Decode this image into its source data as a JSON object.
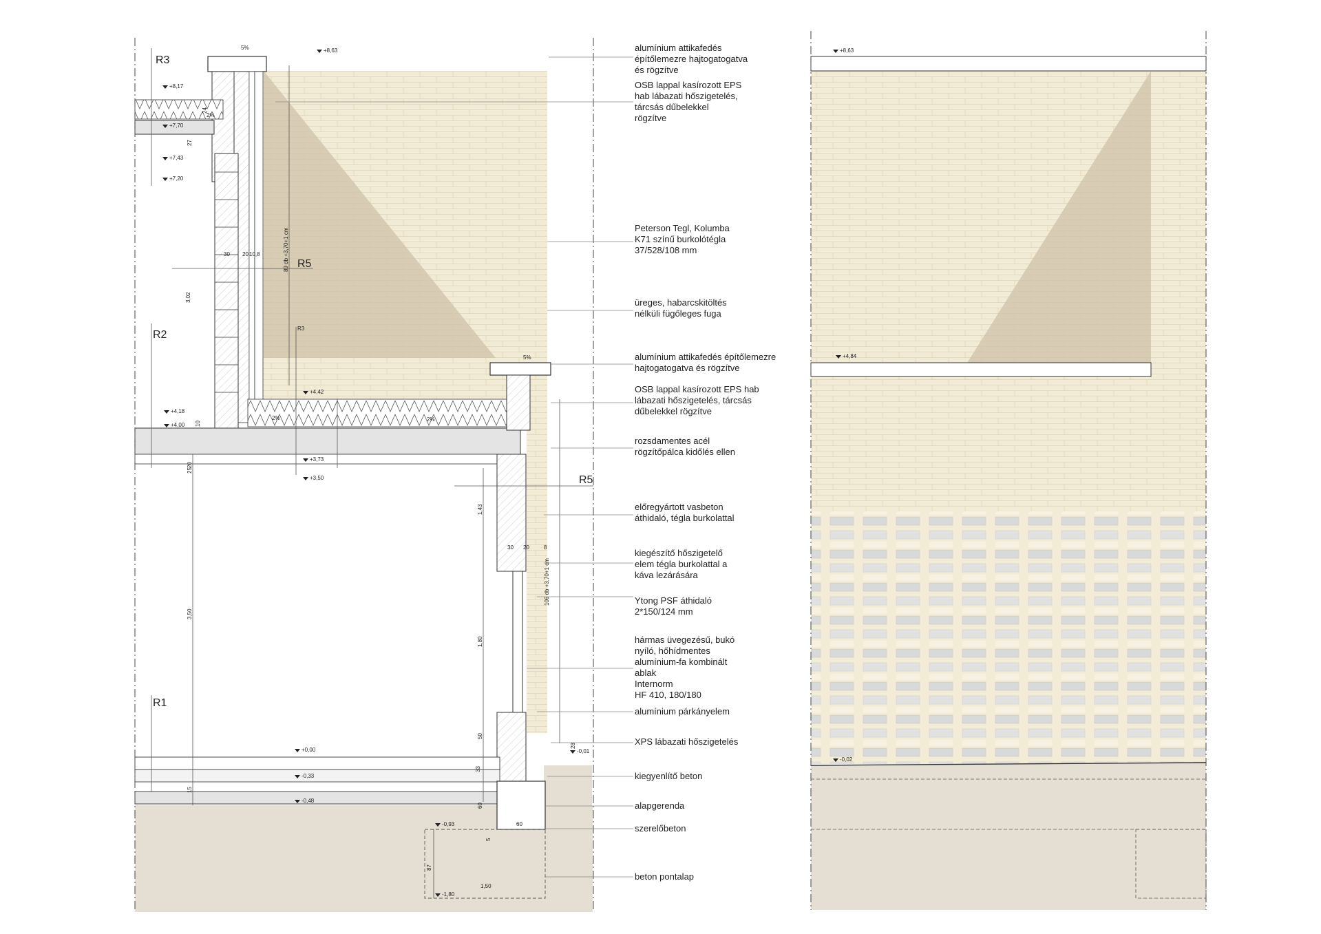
{
  "section_labels": [
    "R3",
    "R2",
    "R1"
  ],
  "section_cut_labels": [
    "R5",
    "R5"
  ],
  "levels_section": [
    "+8,63",
    "+8,17",
    "+7,70",
    "+7,43",
    "+7,20",
    "+4,42",
    "+4,18",
    "+4,00",
    "+3,73",
    "+3,50",
    "+0,00",
    "-0,01",
    "-0,33",
    "-0,48",
    "-0,93",
    "-1,80"
  ],
  "levels_elevation": [
    "+8,63",
    "+4,84",
    "-0,02"
  ],
  "dimensions": [
    "30",
    "20",
    "10,8",
    "30",
    "20",
    "8",
    "3,02",
    "89 db +3,70+1 cm",
    "106 db +3,70+1 cm",
    "R3",
    "27",
    "24",
    "20",
    "10",
    "1,43",
    "1,80",
    "3,50",
    "50",
    "33",
    "60",
    "60",
    "5",
    "87",
    "1,50",
    "15",
    "25",
    "28",
    "5%",
    "5%",
    "2%",
    "2%",
    "2%"
  ],
  "annotations": [
    {
      "lines": [
        "alumínium attikafedés",
        "építőlemezre hajtogatogatva",
        "és rögzítve"
      ]
    },
    {
      "lines": [
        "OSB lappal kasírozott EPS",
        "hab lábazati hőszigetelés,",
        "tárcsás dűbelekkel",
        "rögzítve"
      ]
    },
    {
      "lines": [
        "Peterson Tegl, Kolumba",
        "K71 színű burkolótégla",
        "37/528/108 mm"
      ]
    },
    {
      "lines": [
        "üreges, habarcskitöltés",
        "nélküli fügőleges fuga"
      ]
    },
    {
      "lines": [
        "alumínium attikafedés építőlemezre",
        "hajtogatogatva és rögzítve"
      ]
    },
    {
      "lines": [
        "OSB lappal kasírozott EPS hab",
        "lábazati hőszigetelés, tárcsás",
        "dűbelekkel rögzítve"
      ]
    },
    {
      "lines": [
        "rozsdamentes acél",
        "rögzítőpálca kidőlés ellen"
      ]
    },
    {
      "lines": [
        "előregyártott vasbeton",
        "áthidaló, tégla burkolattal"
      ]
    },
    {
      "lines": [
        "kiegészítő hőszigetelő",
        "elem tégla burkolattal a",
        "káva lezárására"
      ]
    },
    {
      "lines": [
        "Ytong PSF áthidaló",
        "2*150/124 mm"
      ]
    },
    {
      "lines": [
        "hármas üvegezésű, bukó",
        "nyíló, hőhídmentes",
        "alumínium-fa kombinált",
        "ablak",
        "Internorm",
        "HF 410, 180/180"
      ]
    },
    {
      "lines": [
        "alumínium párkányelem"
      ]
    },
    {
      "lines": [
        "XPS lábazati hőszigetelés"
      ]
    },
    {
      "lines": [
        "kiegyenlítő beton"
      ]
    },
    {
      "lines": [
        "alapgerenda"
      ]
    },
    {
      "lines": [
        "szerelőbeton"
      ]
    },
    {
      "lines": [
        "beton pontalap"
      ]
    }
  ],
  "colors": {
    "brick": "#f2ecd6",
    "brick_line": "#e7dcb7",
    "shadow": "#cfc3a8",
    "soil": "#e5dfd3",
    "concrete": "#e4e4e4",
    "line": "#333333"
  }
}
